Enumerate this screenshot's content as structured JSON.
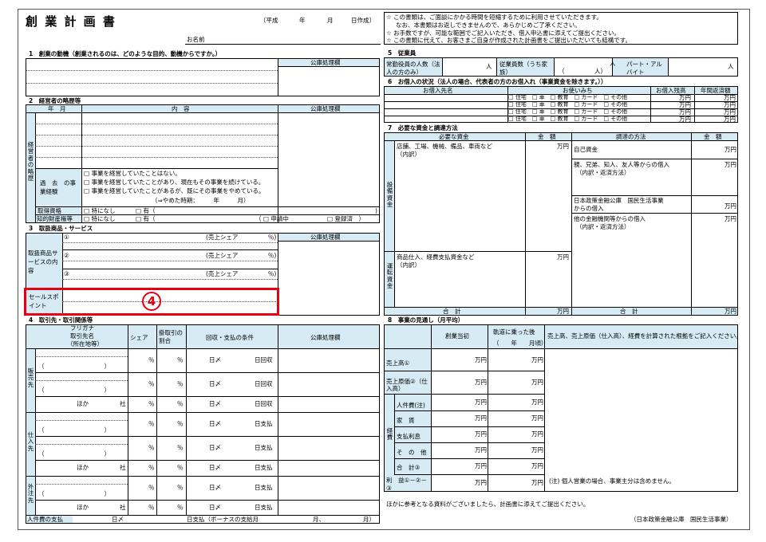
{
  "title": "創 業 計 画 書",
  "date_line": {
    "era": "〔平成",
    "year": "年",
    "month": "月",
    "created": "日作成〕"
  },
  "name_label": "お名前",
  "notes": [
    "☆ この書類は、ご面談にかかる時間を短縮するために利用させていただきます。",
    "なお、本書類はお返しできませんので、あらかじめご了承ください。",
    "☆ お手数ですが、可能な範囲でご記入いただき、借入申込書に添えてご提出ください。",
    "☆ この書類に代えて、お客さまご自身が作成された計画書をご提出いただいても結構です。"
  ],
  "official": "公庫処理欄",
  "s1": {
    "title": "1　創業の動機（創業されるのは、どのような目的、動機からですか。）"
  },
  "s2": {
    "title": "2　経営者の略歴等",
    "col_date": "年　月",
    "col_content": "内　容",
    "side": "経営者の略歴",
    "past_label": "過　去　の事業経験",
    "past": [
      "□ 事業を経営していたことはない。",
      "□ 事業を経営していたことがあり、現在もその事業を続けている。",
      "□ 事業を経営していたことがあるが、既にその事業をやめている。"
    ],
    "quit": "（⇒やめた時期：　　　年　　　月）",
    "cert_label": "取得資格",
    "cert_none": "□ 特になし",
    "cert_yes": "□ 有（",
    "ip_label": "知的財産権等",
    "ip_none": "□ 特になし",
    "ip_yes": "□ 有（",
    "ip_pending": "（ □ 申請中",
    "ip_reg": "□ 登録済　）",
    "paren": ")"
  },
  "s3": {
    "title": "3　取扱商品・サービス",
    "label": "取扱商品サービスの内容",
    "items": [
      "①",
      "②",
      "③"
    ],
    "share": "(売上シェア　　　　　％)",
    "sales_label": "セールスポイント",
    "marker": "4"
  },
  "s4": {
    "title": "4　取引先・取引関係等",
    "furigana": "フリガナ",
    "name": "取引先名",
    "addr": "（所在地等）",
    "share": "シェア",
    "kake": "掛取引の割合",
    "terms": "回収・支払の条件",
    "pct": "％",
    "hi": "日〆",
    "kaishu": "日回収",
    "shiharai": "日支払",
    "paren": "（　　　　　　　　　　）",
    "hoka": "ほか",
    "sha": "社",
    "groups": [
      "販売先",
      "仕入先",
      "外注先"
    ],
    "labor": "人件費の支払",
    "labor_hi": "日〆",
    "labor_pay": "日支払（ボーナスの支給月",
    "labor_m1": "月、",
    "labor_m2": "月）"
  },
  "s5": {
    "title": "5　従業員",
    "regular": "常勤役員の人数（法人の方のみ）",
    "unit": "人",
    "emp": "従業員数（うち家族）",
    "emp_unit": "人",
    "emp_sub": "（　　　　　人）",
    "part": "パート・アルバイト",
    "part_unit": "人"
  },
  "s6": {
    "title": "6　お借入の状況（法人の場合、代表者の方のお借入れ（事業資金を除きます。））",
    "c1": "お借入先名",
    "c2": "お使いみち",
    "c3": "お借入残高",
    "c4": "年間返済額",
    "uses": "□ 住宅　□ 車　□ 教育　□ カード　□ その他",
    "man": "万円"
  },
  "s7": {
    "title": "7　必要な資金と調達方法",
    "need": "必要な資金",
    "amt": "金　額",
    "method": "調達の方法",
    "man": "万円",
    "setsubi": "設備資金",
    "setsubi_desc": "店舗、工場、機械、備品、車両など",
    "uchiwake": "（内訳）",
    "unten": "運転資金",
    "unten_desc": "商品仕入、経費支払資金など",
    "total": "合　計",
    "sources": [
      "自己資金",
      "親、兄弟、知人、友人等からの借入",
      "（内訳・返済方法）",
      "日本政策金融公庫　国民生活事業",
      "からの借入",
      "他の金融機関等からの借入",
      "（内訳・返済方法）"
    ]
  },
  "s8": {
    "title": "8　事業の見通し（月平均）",
    "start": "創業当初",
    "track": "軌道に乗った後",
    "ym": "（　　年　　月頃）",
    "basis": "売上高、売上原価（仕入高）、経費を計算された根拠をご記入ください。",
    "man": "万円",
    "rows": [
      "売上高①",
      "売上原価②（仕入高）",
      "人件費(注)",
      "家　賃",
      "支払利息",
      "そ　の　他",
      "合　計③",
      "利　益①－②－③"
    ],
    "keihi": "経費",
    "note": "(注) 個人営業の場合、事業主分は含めません。"
  },
  "footer": "ほかに参考となる資料がございましたら、計画書に添えてご提出ください。",
  "org": "（日本政策金融公庫　国民生活事業）"
}
